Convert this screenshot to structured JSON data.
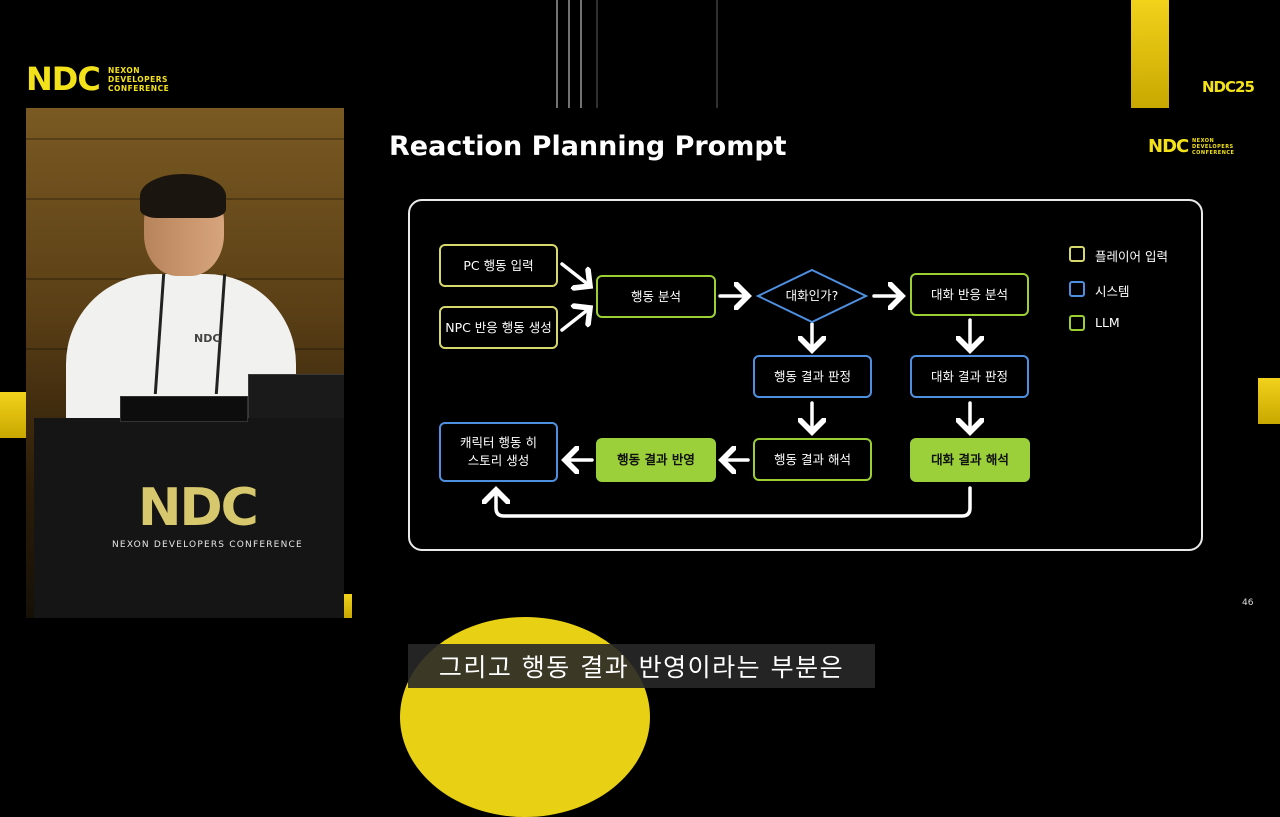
{
  "brand": {
    "logo_text": "NDC",
    "sub_lines": [
      "NEXON",
      "DEVELOPERS",
      "CONFERENCE"
    ],
    "corner_logo": "NDC25",
    "slide_logo": "NDC",
    "slide_logo_sub": [
      "NEXON",
      "DEVELOPERS",
      "CONFERENCE"
    ]
  },
  "video": {
    "podium_logo": "NDC",
    "podium_text": "NEXON DEVELOPERS CONFERENCE",
    "shirt_logo": "NDC"
  },
  "slide": {
    "title": "Reaction Planning Prompt",
    "page_number": "46"
  },
  "diagram": {
    "nodes": {
      "pc_input": "PC 행동 입력",
      "npc_gen": "NPC 반응 행동 생성",
      "action_analysis": "행동 분석",
      "is_dialogue": "대화인가?",
      "dialogue_analysis": "대화 반응 분석",
      "action_result_judge": "행동 결과 판정",
      "dialogue_result_judge": "대화 결과 판정",
      "action_result_interp": "행동 결과 해석",
      "dialogue_result_interp": "대화 결과 해석",
      "action_result_reflect": "행동 결과 반영",
      "character_history": "캐릭터 행동 히스토리 생성"
    },
    "legend": [
      {
        "label": "플레이어 입력",
        "color": "#d6d86c"
      },
      {
        "label": "시스템",
        "color": "#4f8fe0"
      },
      {
        "label": "LLM",
        "color": "#9ccf34"
      }
    ]
  },
  "caption": "그리고 행동 결과 반영이라는 부분은",
  "colors": {
    "accent_yellow": "#f3e21a",
    "player_input": "#d6d86c",
    "system": "#4f8fe0",
    "llm": "#9ccf34"
  }
}
